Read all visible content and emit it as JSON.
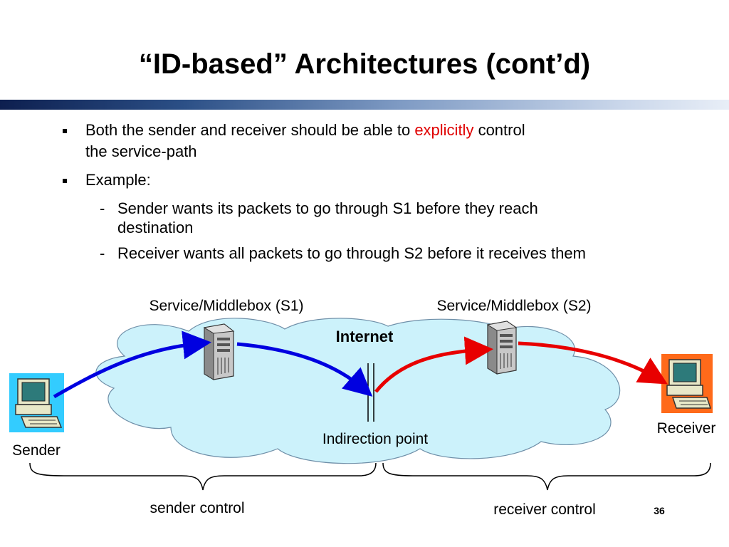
{
  "slide": {
    "title": "“ID-based” Architectures (cont’d)",
    "page_number": "36"
  },
  "bullets": [
    {
      "pre": "Both the sender and receiver should be able to ",
      "highlight": "explicitly",
      "post": " control",
      "line2": "the service-path"
    },
    {
      "text": "Example:"
    }
  ],
  "sub_bullets": [
    {
      "line1": "Sender wants its packets to go through S1 before they reach",
      "line2": "destination"
    },
    {
      "line1": "Receiver wants all packets to go through S2 before it receives them"
    }
  ],
  "diagram": {
    "cloud_label": "Internet",
    "s1_label": "Service/Middlebox (S1)",
    "s2_label": "Service/Middlebox (S2)",
    "indirection_label": "Indirection point",
    "sender_label": "Sender",
    "receiver_label": "Receiver",
    "sender_control_label": "sender control",
    "receiver_control_label": "receiver control",
    "colors": {
      "cloud": "#ccf2fb",
      "sender_path": "#0000e0",
      "receiver_path": "#e80000",
      "sender_bg": "#33ccff",
      "receiver_bg": "#ff6a1a",
      "highlight_text": "#e00000"
    }
  }
}
